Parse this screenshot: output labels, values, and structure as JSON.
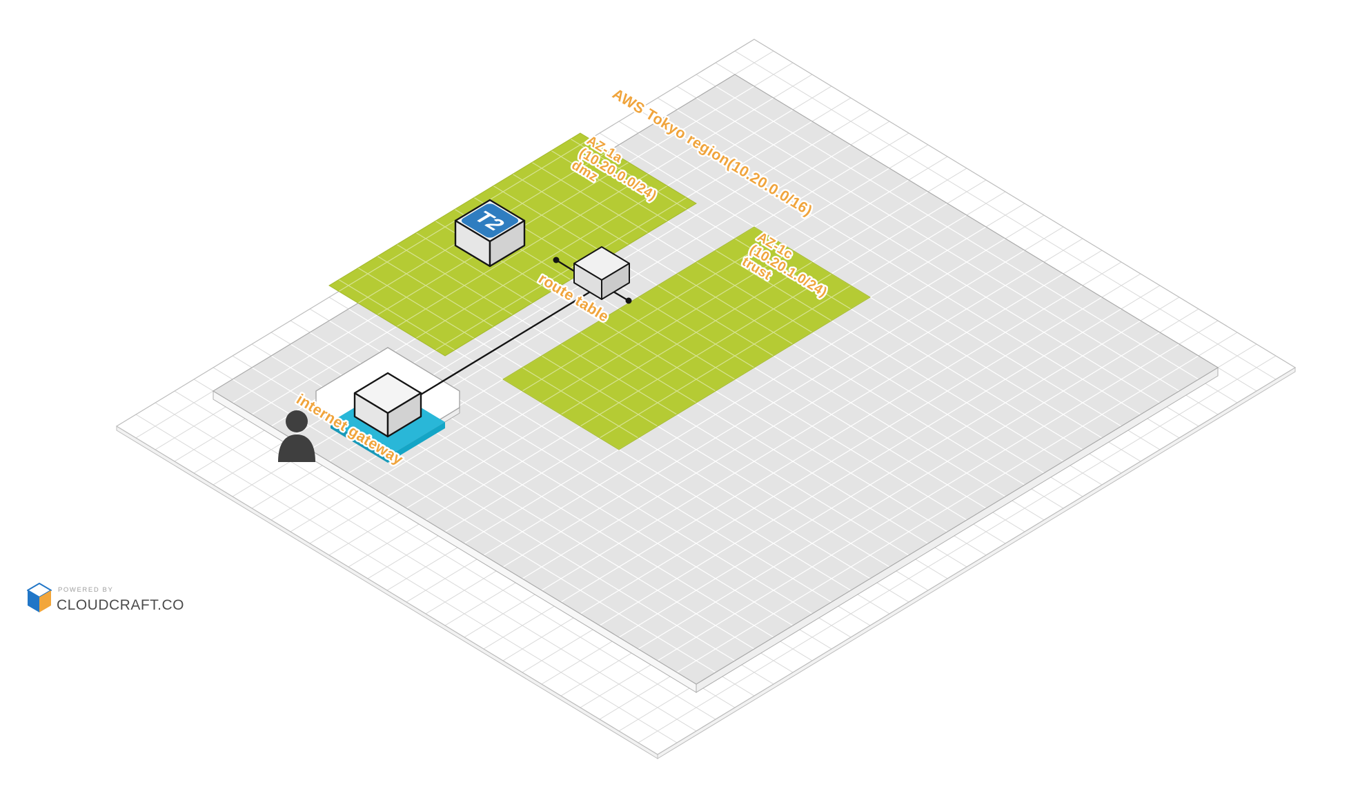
{
  "canvas": {
    "region": {
      "label": "AWS Tokyo region(10.20.0.0/16)"
    },
    "subnets": [
      {
        "az": "AZ-1a",
        "cidr": "(10.20.0.0/24)",
        "name": "dmz"
      },
      {
        "az": "AZ-1c",
        "cidr": "(10.20.1.0/24)",
        "name": "trust"
      }
    ],
    "nodes": {
      "ec2": {
        "badge": "T2"
      },
      "route_table": {
        "label": "route table"
      },
      "internet_gateway": {
        "label": "internet gateway"
      }
    },
    "colors": {
      "subnet_green": "#b5cb34",
      "vpc_gray": "#e4e4e4",
      "label_orange": "#f0a43c",
      "platform_cyan": "#29b7d8",
      "ec2_badge_blue": "#2f7dc0",
      "user_gray": "#3f3f3f"
    }
  },
  "footer": {
    "powered_by": "POWERED BY",
    "brand": "CLOUDCRAFT.CO"
  }
}
